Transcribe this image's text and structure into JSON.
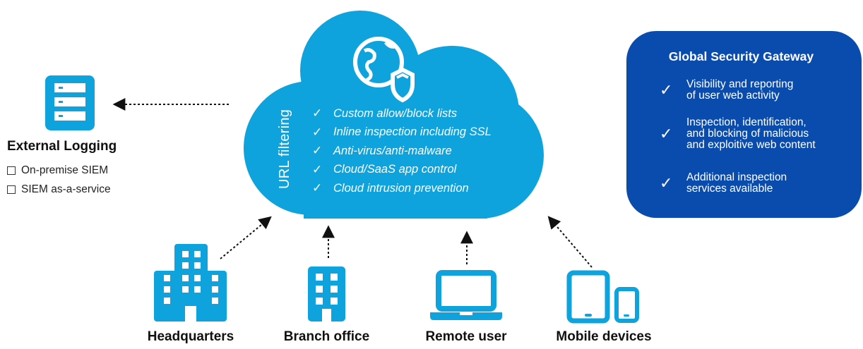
{
  "cloud": {
    "vertical_label": "URL filtering",
    "check_glyph": "✓",
    "features": [
      "Custom allow/block lists",
      "Inline inspection including SSL",
      "Anti-virus/anti-malware",
      "Cloud/SaaS app control",
      "Cloud intrusion prevention"
    ],
    "icon": "globe-shield-icon",
    "color": "#0ea3dd"
  },
  "external_logging": {
    "title": "External Logging",
    "icon": "server-icon",
    "items": [
      "On-premise SIEM",
      "SIEM as-a-service"
    ]
  },
  "gateway": {
    "title": "Global Security Gateway",
    "check_glyph": "✓",
    "color": "#0a4cae",
    "items": [
      [
        "Visibility and reporting",
        "of user web activity"
      ],
      [
        "Inspection, identification,",
        "and blocking of malicious",
        "and exploitive web content"
      ],
      [
        "Additional inspection",
        "services available"
      ]
    ]
  },
  "endpoints": [
    {
      "label": "Headquarters",
      "icon": "headquarters-building-icon"
    },
    {
      "label": "Branch office",
      "icon": "branch-office-building-icon"
    },
    {
      "label": "Remote user",
      "icon": "laptop-icon"
    },
    {
      "label": "Mobile devices",
      "icon": "tablet-phone-icon"
    }
  ]
}
